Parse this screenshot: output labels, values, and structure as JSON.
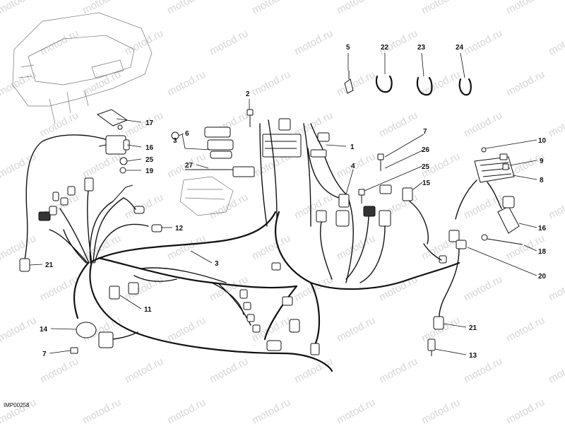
{
  "watermark": "motod.ru",
  "image_code": "IMP00258",
  "callouts": {
    "c1": "1",
    "c2": "2",
    "c3": "3",
    "c3b": "3",
    "c4": "4",
    "c5": "5",
    "c6": "6",
    "c7a": "7",
    "c7b": "7",
    "c8": "8",
    "c9": "9",
    "c10": "10",
    "c11": "11",
    "c12": "12",
    "c13": "13",
    "c14": "14",
    "c15": "15",
    "c16a": "16",
    "c16b": "16",
    "c17": "17",
    "c18": "18",
    "c19": "19",
    "c20": "20",
    "c21a": "21",
    "c21b": "21",
    "c22": "22",
    "c23": "23",
    "c24": "24",
    "c25a": "25",
    "c25b": "25",
    "c26": "26",
    "c27": "27"
  }
}
